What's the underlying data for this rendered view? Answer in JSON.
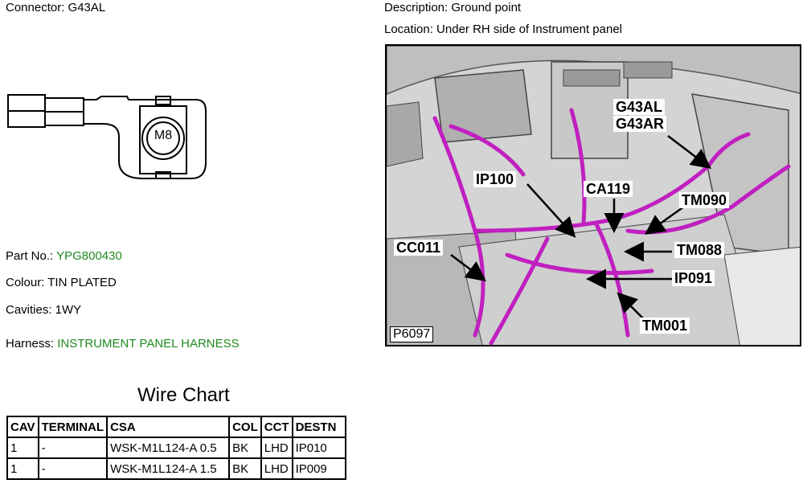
{
  "connector": {
    "label": "Connector: G43AL",
    "description": "Description: Ground point",
    "location": "Location: Under RH side of Instrument panel",
    "terminal_marking": "M8"
  },
  "details": {
    "part_no_label": "Part No.:",
    "part_no": "YPG800430",
    "colour": "Colour: TIN PLATED",
    "cavities": "Cavities: 1WY",
    "harness_label": "Harness:",
    "harness": "INSTRUMENT PANEL HARNESS",
    "link_color": "#1f8a1f"
  },
  "wire_chart": {
    "title": "Wire Chart",
    "headers": [
      "CAV",
      "TERMINAL",
      "CSA",
      "COL",
      "CCT",
      "DESTN"
    ],
    "rows": [
      [
        "1",
        "-",
        "WSK-M1L124-A 0.5",
        "BK",
        "LHD",
        "IP010"
      ],
      [
        "1",
        "-",
        "WSK-M1L124-A 1.5",
        "BK",
        "LHD",
        "IP009"
      ]
    ]
  },
  "photo": {
    "id": "P6097",
    "harness_color": "#c020c0",
    "callouts": [
      "G43AL",
      "G43AR",
      "IP100",
      "CA119",
      "TM090",
      "CC011",
      "TM088",
      "IP091",
      "TM001"
    ]
  }
}
